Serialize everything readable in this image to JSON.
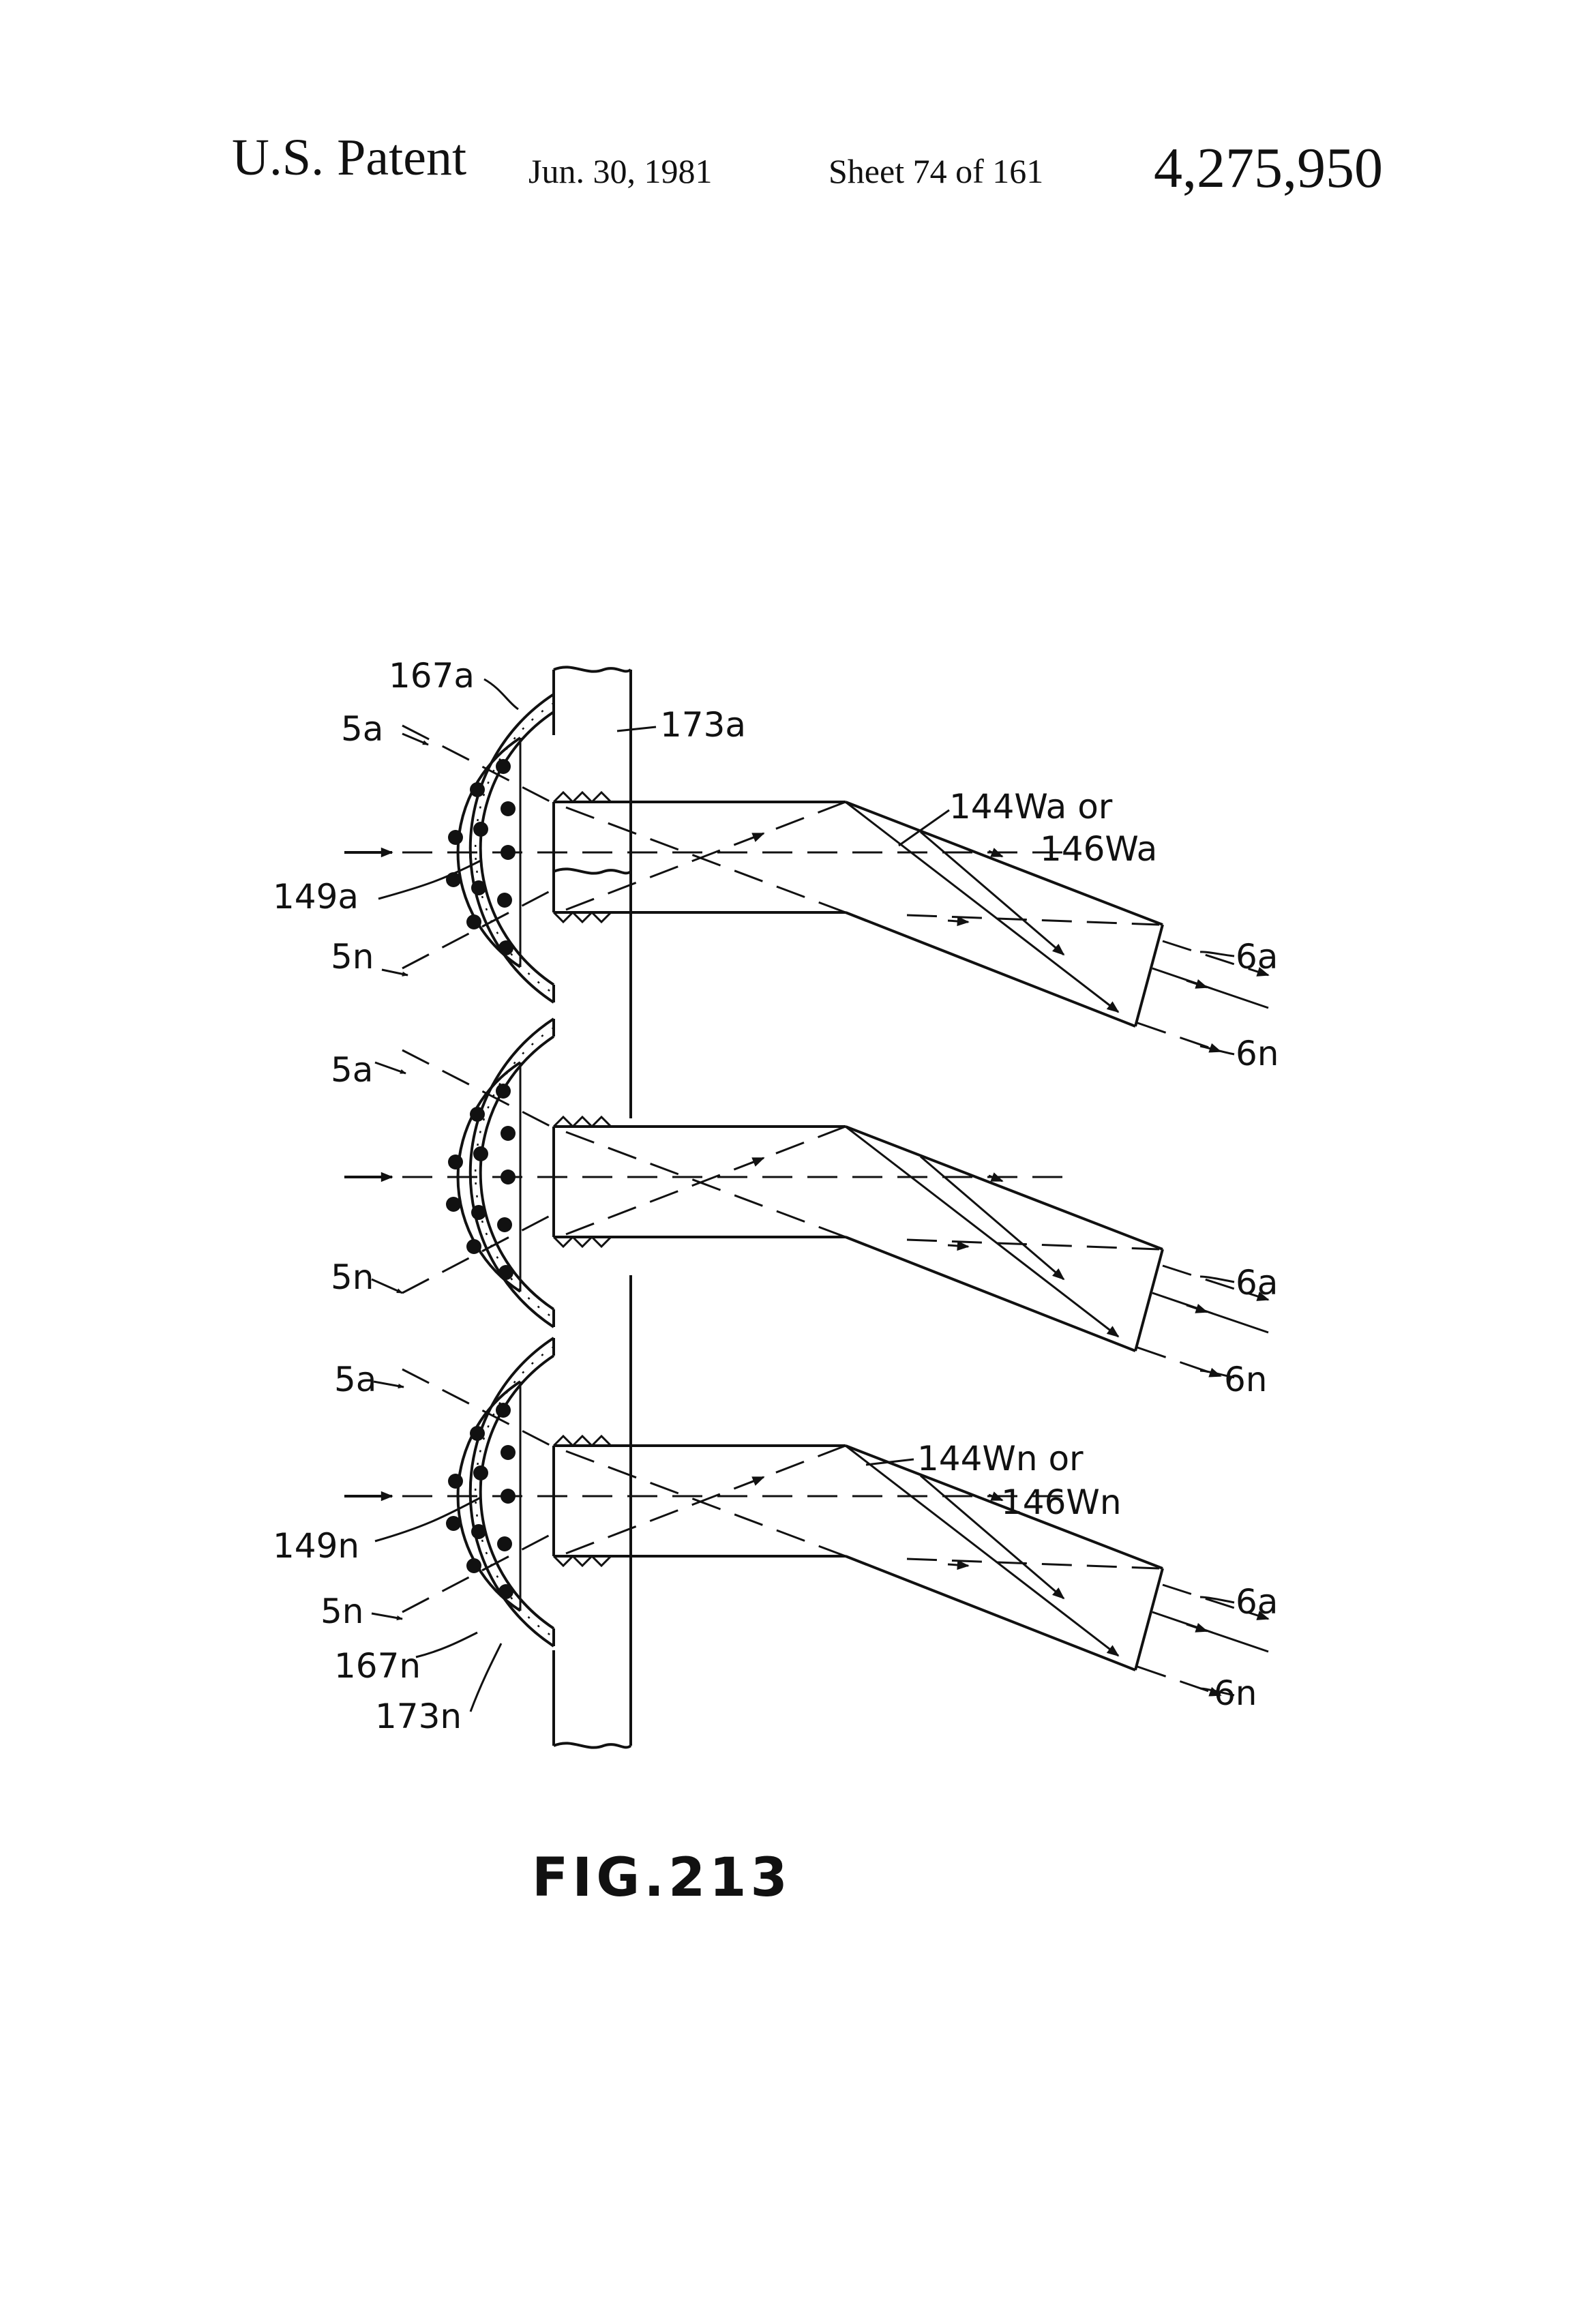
{
  "header": {
    "patent": "U.S. Patent",
    "date": "Jun. 30, 1981",
    "sheet": "Sheet 74 of 161",
    "number": "4,275,950"
  },
  "labels": {
    "l167a": "167a",
    "l173a": "173a",
    "l5a_1": "5a",
    "l144wa_1": "144Wa or",
    "l144wa_2": "146Wa",
    "l149a": "149a",
    "l5n_1": "5n",
    "l6a_1": "6a",
    "l6n_1": "6n",
    "l5a_2": "5a",
    "l5n_2": "5n",
    "l6a_2": "6a",
    "l6n_2": "6n",
    "l5a_3": "5a",
    "l144wn_1": "144Wn or",
    "l144wn_2": "146Wn",
    "l149n": "149n",
    "l5n_3": "5n",
    "l6a_3": "6a",
    "l6n_3": "6n",
    "l167n": "167n",
    "l173n": "173n"
  },
  "caption": "FIG.213"
}
